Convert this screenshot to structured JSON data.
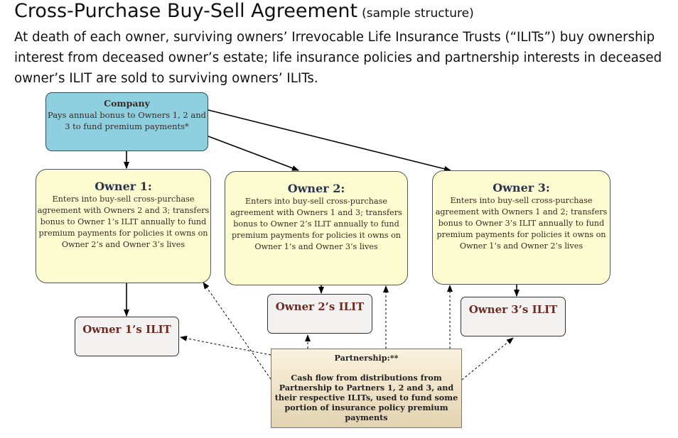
{
  "title": "Cross-Purchase Buy-Sell Agreement",
  "title_note": "(sample structure)",
  "subtitle": "At death of each owner, surviving owners’ Irrevocable Life Insurance Trusts (“ILITs”) buy ownership interest from deceased owner’s estate; life insurance policies and partnership interests in deceased owner’s ILIT are sold to surviving owners’ ILITs.",
  "company": {
    "heading": "Company",
    "text": "Pays annual bonus to Owners 1, 2 and 3 to fund premium payments*"
  },
  "owners": [
    {
      "heading": "Owner 1:",
      "text": "Enters into buy-sell cross-purchase agreement with Owners 2 and 3; transfers bonus to Owner 1’s ILIT annually to fund premium payments for policies it owns on Owner 2’s and Owner 3’s lives"
    },
    {
      "heading": "Owner 2:",
      "text": "Enters into buy-sell cross-purchase agreement with Owners 1 and 3; transfers bonus to Owner 2’s ILIT annually to fund premium payments for policies it owns on Owner 1’s and Owner 3’s lives"
    },
    {
      "heading": "Owner 3:",
      "text": "Enters into buy-sell cross-purchase agreement with Owners 1 and 2; transfers bonus to Owner 3’s ILIT annually to fund premium payments for policies it owns on Owner 1’s and Owner 2’s lives"
    }
  ],
  "ilits": [
    {
      "label": "Owner 1’s ILIT"
    },
    {
      "label": "Owner 2’s ILIT"
    },
    {
      "label": "Owner 3’s ILIT"
    }
  ],
  "partnership": {
    "heading": "Partnership:**",
    "text": "Cash flow from distributions from Partnership to Partners 1, 2 and 3, and their respective ILITs, used to fund some portion of insurance policy premium payments"
  },
  "colors": {
    "company_fill": "#8ecfe0",
    "owner_fill": "#fdfbd0",
    "ilit_fill": "#f3f2f0",
    "partnership_fill": "#ece0c4"
  }
}
